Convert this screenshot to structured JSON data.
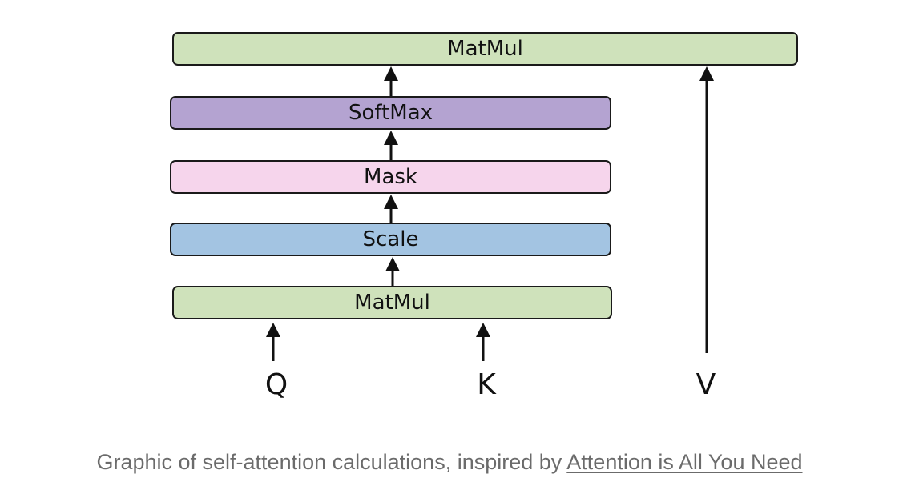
{
  "diagram": {
    "boxes": {
      "matmul_top": {
        "label": "MatMul",
        "color": "#cfe2bb"
      },
      "softmax": {
        "label": "SoftMax",
        "color": "#b4a3d1"
      },
      "mask": {
        "label": "Mask",
        "color": "#f6d5ec"
      },
      "scale": {
        "label": "Scale",
        "color": "#a3c4e2"
      },
      "matmul_bottom": {
        "label": "MatMul",
        "color": "#cfe2bb"
      }
    },
    "inputs": {
      "q": "Q",
      "k": "K",
      "v": "V"
    },
    "edges": [
      {
        "from": "Q",
        "to": "MatMul (bottom)"
      },
      {
        "from": "K",
        "to": "MatMul (bottom)"
      },
      {
        "from": "MatMul (bottom)",
        "to": "Scale"
      },
      {
        "from": "Scale",
        "to": "Mask"
      },
      {
        "from": "Mask",
        "to": "SoftMax"
      },
      {
        "from": "SoftMax",
        "to": "MatMul (top)"
      },
      {
        "from": "V",
        "to": "MatMul (top)"
      }
    ]
  },
  "caption": {
    "text": "Graphic of self-attention calculations, inspired by ",
    "link_text": "Attention is All You Need"
  }
}
